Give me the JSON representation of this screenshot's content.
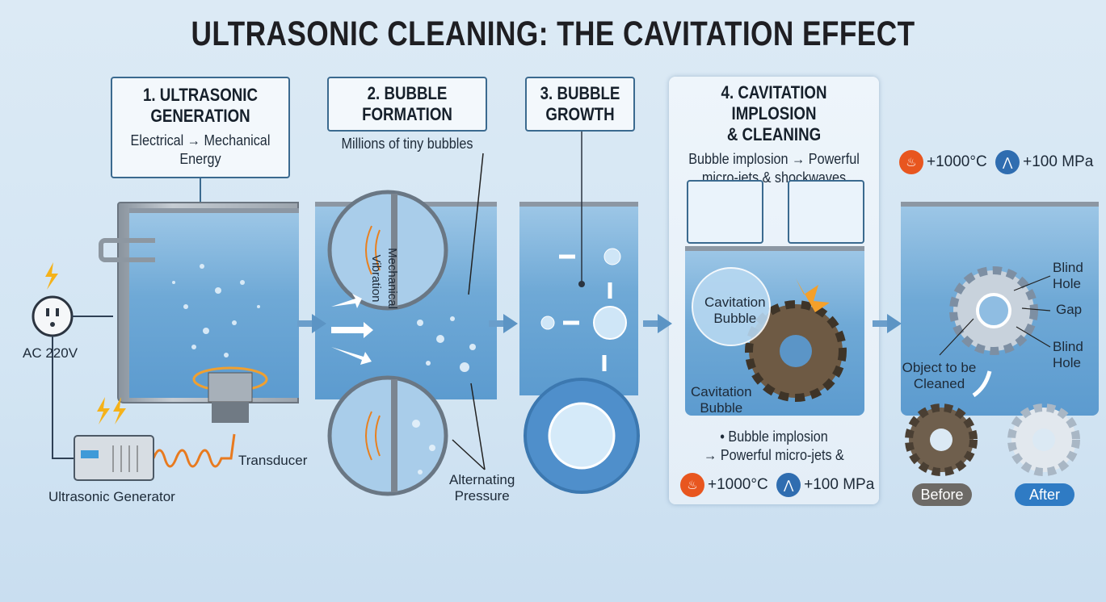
{
  "title": "ULTRASONIC CLEANING: THE CAVITATION EFFECT",
  "steps": [
    {
      "title_line1": "1. ULTRASONIC",
      "title_line2": "GENERATION",
      "subtitle_line1": "Electrical → Mechanical",
      "subtitle_line2": "Energy"
    },
    {
      "title_line1": "2. BUBBLE",
      "title_line2": "FORMATION",
      "subtitle_line1": "Millions of tiny bubbles"
    },
    {
      "title_line1": "3. BUBBLE",
      "title_line2": "GROWTH"
    },
    {
      "title_line1": "4. CAVITATION IMPLOSION",
      "title_line2": "& CLEANING",
      "subtitle_line1": "Bubble implosion → Powerful",
      "subtitle_line2": "micro-jets & shockwaves"
    }
  ],
  "labels": {
    "ac": "AC 220V",
    "generator": "Ultrasonic Generator",
    "transducer": "Transducer",
    "mechanical_vibration": "Mechanical Vibration",
    "alternating_pressure_1": "Alternating",
    "alternating_pressure_2": "Pressure",
    "cavitation_bubble_1": "Cavitation",
    "cavitation_bubble_2": "Bubble",
    "cavitation_bubble_b1": "Cavitation",
    "cavitation_bubble_b2": "Bubble",
    "bullet_line1": "• Bubble implosion",
    "bullet_line2": "→ Powerful micro-jets &",
    "blind_hole_a1": "Blind",
    "blind_hole_a2": "Hole",
    "gap": "Gap",
    "blind_hole_b1": "Blind",
    "blind_hole_b2": "Hole",
    "object_1": "Object to be",
    "object_2": "Cleaned",
    "before": "Before",
    "after": "After"
  },
  "stats": {
    "temperature": "+1000°C",
    "pressure": "+100 MPa"
  },
  "colors": {
    "accent_blue": "#2f6db0",
    "heat_orange": "#e8561f",
    "before_gray": "#6d6a66",
    "after_blue": "#2f7bc4"
  }
}
